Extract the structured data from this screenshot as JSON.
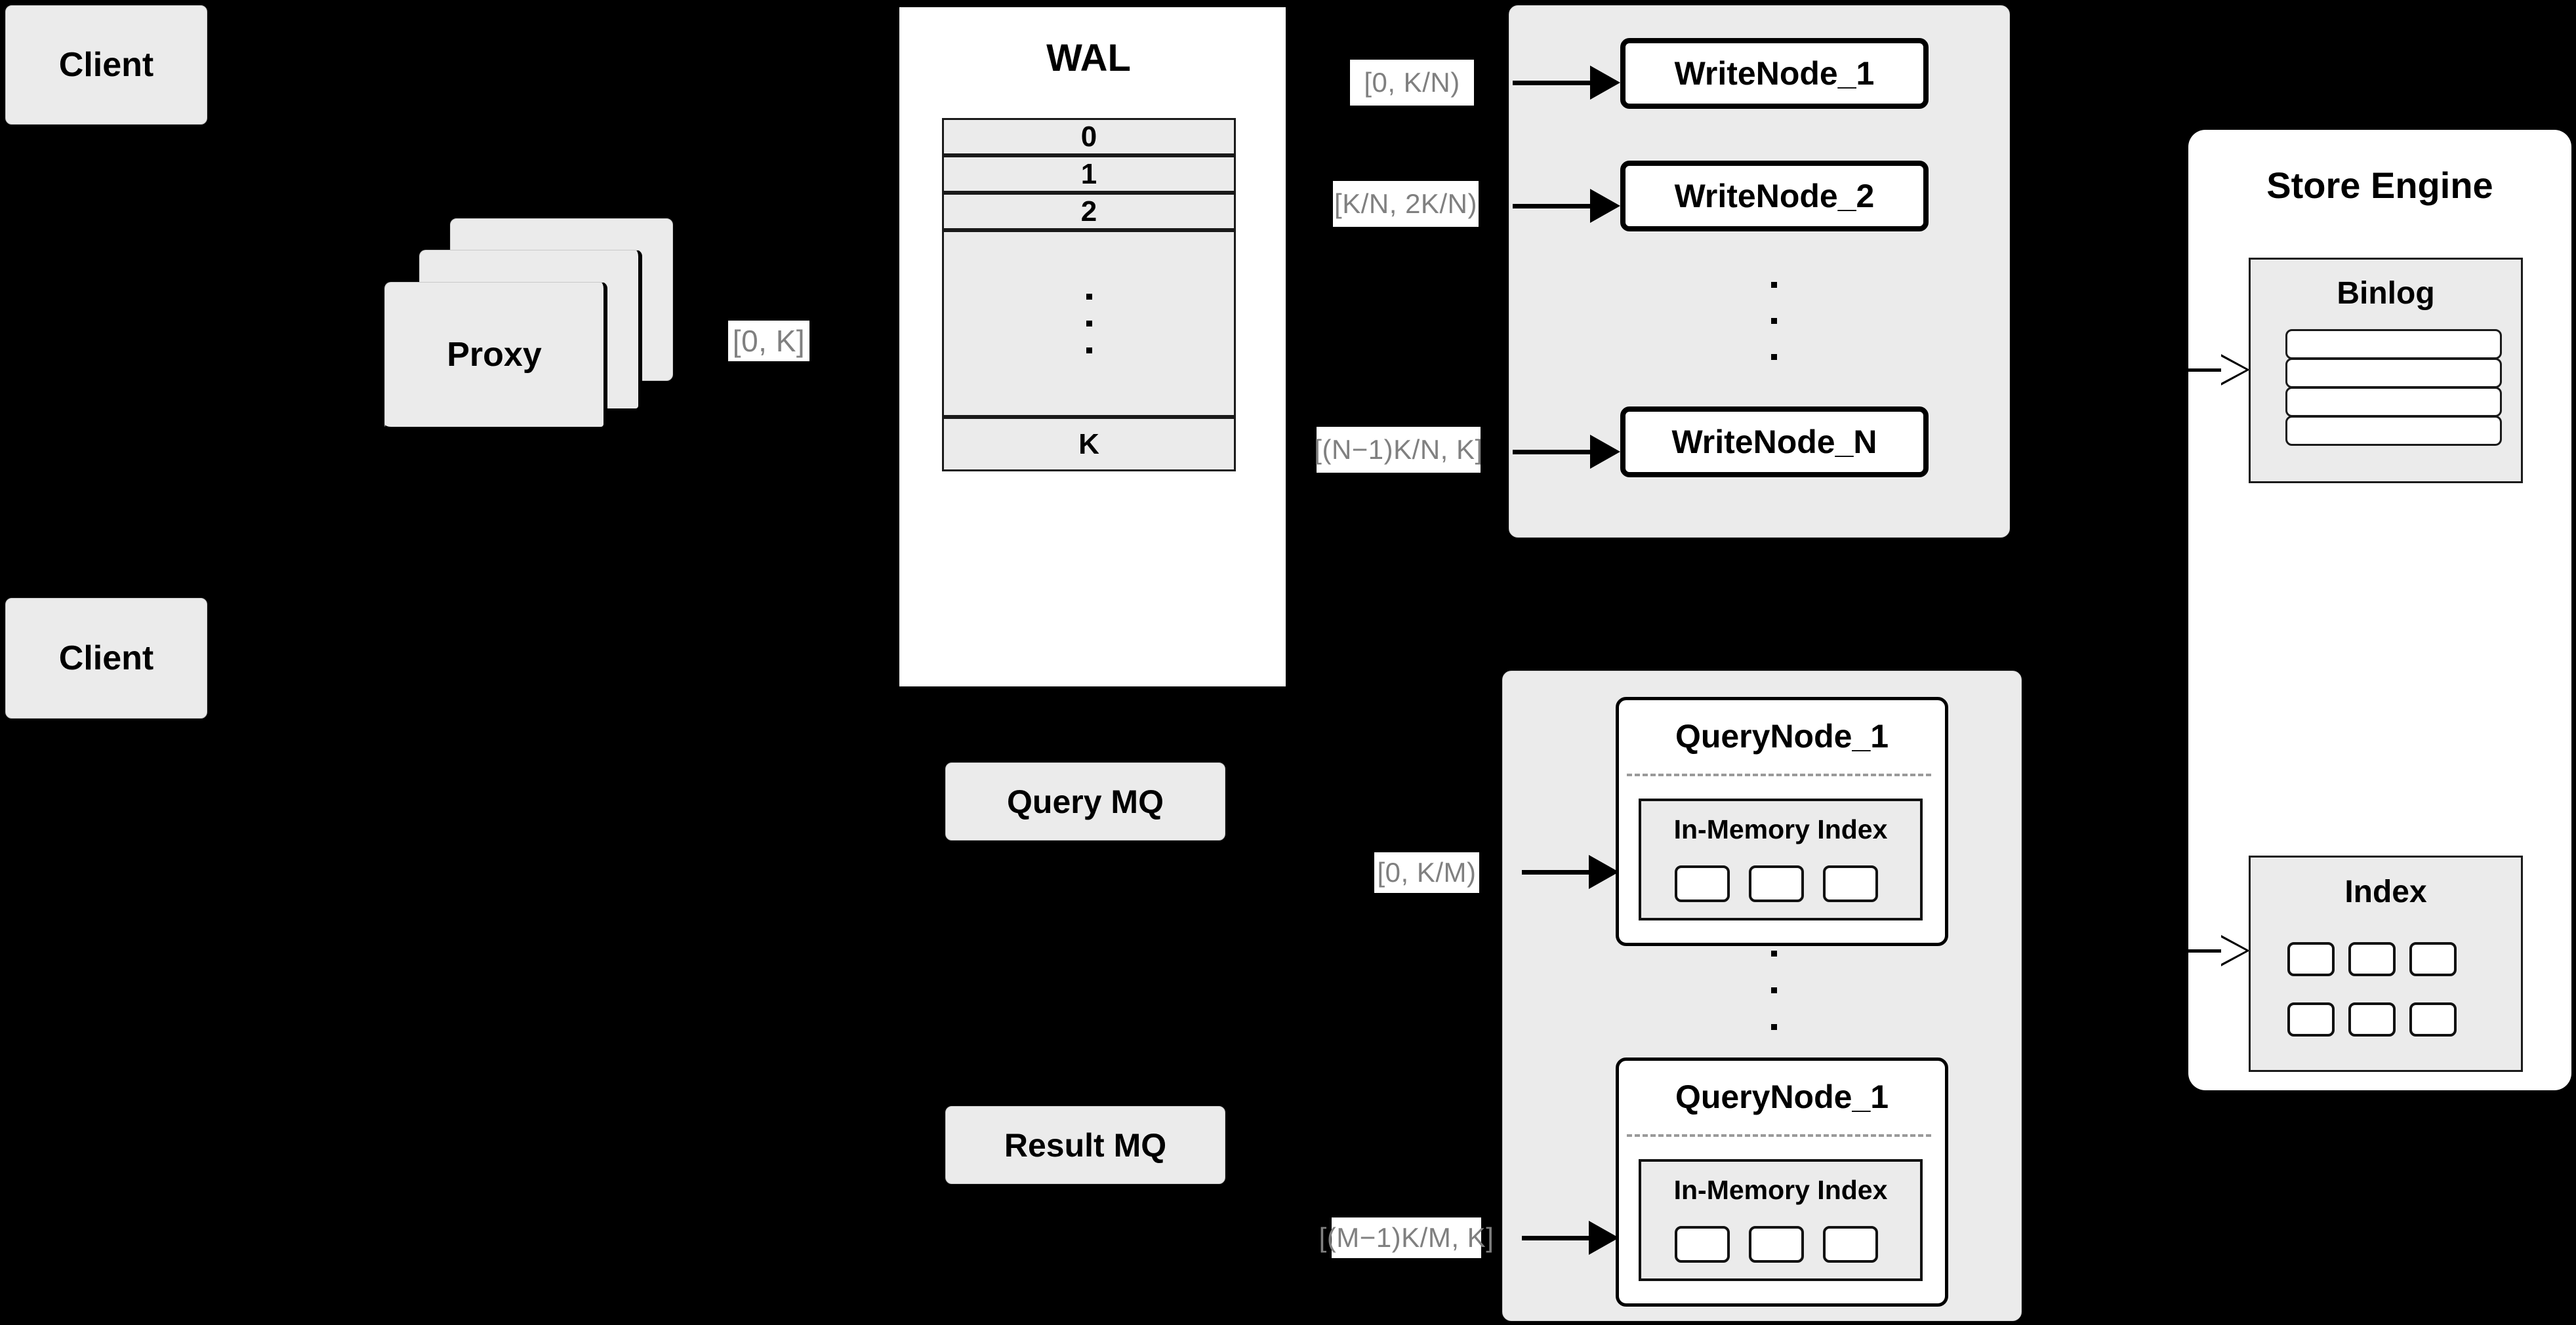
{
  "diagram": {
    "title": "Distributed Vector Database Write / Query Architecture",
    "background_color": "#000000",
    "node_fill": "#ebebeb",
    "panel_fill": "#ffffff",
    "label_text_color": "#808080",
    "stroke_color": "#000000"
  },
  "clients": [
    {
      "label": "Client"
    },
    {
      "label": "Client"
    }
  ],
  "proxy": {
    "label": "Proxy",
    "stack_count": 3,
    "output_range_label": "[0, K]"
  },
  "wal": {
    "title": "WAL",
    "entries": [
      {
        "label": "0"
      },
      {
        "label": "1"
      },
      {
        "label": "2"
      },
      {
        "label": "",
        "is_ellipsis": true
      },
      {
        "label": "K"
      }
    ]
  },
  "write_cluster": {
    "nodes": [
      {
        "label": "WriteNode_1",
        "range_label": "[0,  K/N)"
      },
      {
        "label": "WriteNode_2",
        "range_label": "[K/N, 2K/N)"
      },
      {
        "label": "WriteNode_N",
        "range_label": "[(N−1)K/N,  K]"
      }
    ],
    "has_ellipsis": true
  },
  "query_cluster": {
    "nodes": [
      {
        "label": "QueryNode_1",
        "range_label": "[0, K/M)",
        "index": {
          "label": "In-Memory Index",
          "segment_count": 3
        }
      },
      {
        "label": "QueryNode_1",
        "range_label": "[(M−1)K/M, K]",
        "index": {
          "label": "In-Memory Index",
          "segment_count": 3
        }
      }
    ],
    "has_ellipsis": true
  },
  "message_queues": [
    {
      "label": "Query MQ"
    },
    {
      "label": "Result MQ"
    }
  ],
  "store_engine": {
    "title": "Store Engine",
    "binlog": {
      "title": "Binlog",
      "segment_count": 4
    },
    "index": {
      "title": "Index",
      "cell_count": 6
    }
  }
}
